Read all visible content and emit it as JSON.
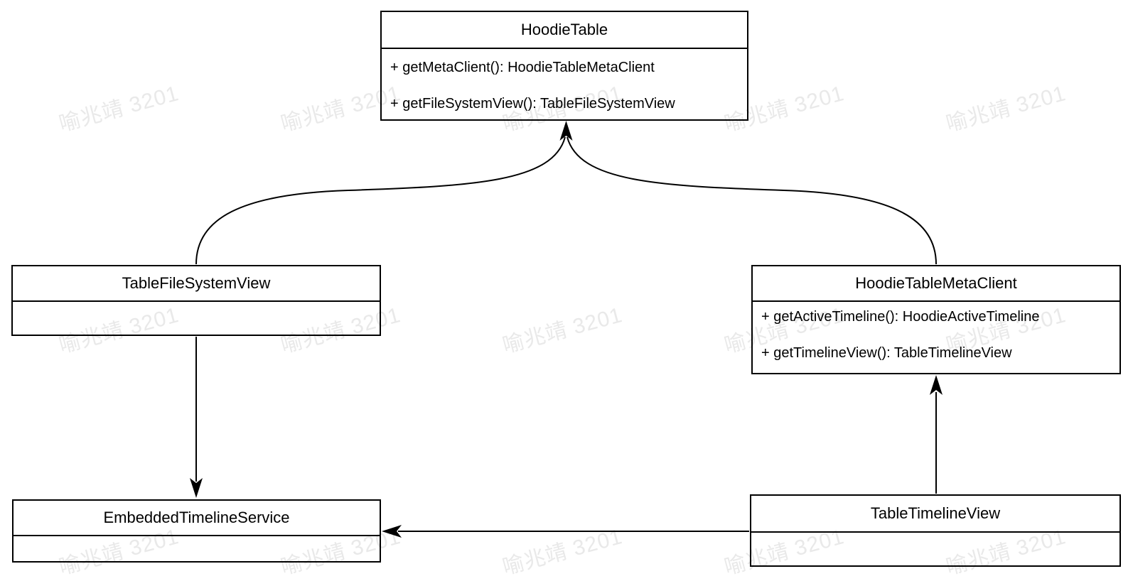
{
  "diagram": {
    "type": "uml-class-diagram",
    "classes": {
      "hoodie_table": {
        "name": "HoodieTable",
        "methods": [
          "+ getMetaClient(): HoodieTableMetaClient",
          "+ getFileSystemView(): TableFileSystemView"
        ]
      },
      "table_file_system_view": {
        "name": "TableFileSystemView",
        "methods": []
      },
      "hoodie_table_meta_client": {
        "name": "HoodieTableMetaClient",
        "methods": [
          "+ getActiveTimeline(): HoodieActiveTimeline",
          "+ getTimelineView(): TableTimelineView"
        ]
      },
      "embedded_timeline_service": {
        "name": "EmbeddedTimelineService",
        "methods": []
      },
      "table_timeline_view": {
        "name": "TableTimelineView",
        "methods": []
      }
    },
    "relations": [
      {
        "from": "TableFileSystemView",
        "to": "HoodieTable",
        "style": "curved-arrow"
      },
      {
        "from": "HoodieTableMetaClient",
        "to": "HoodieTable",
        "style": "curved-arrow"
      },
      {
        "from": "TableFileSystemView",
        "to": "EmbeddedTimelineService",
        "style": "straight-arrow"
      },
      {
        "from": "TableTimelineView",
        "to": "HoodieTableMetaClient",
        "style": "straight-arrow"
      },
      {
        "from": "TableTimelineView",
        "to": "EmbeddedTimelineService",
        "style": "straight-arrow"
      }
    ],
    "colors": {
      "background": "#ffffff",
      "line": "#000000",
      "text": "#000000",
      "watermark": "#e9e9e9"
    }
  },
  "watermark": {
    "text": "喻兆靖 3201"
  }
}
